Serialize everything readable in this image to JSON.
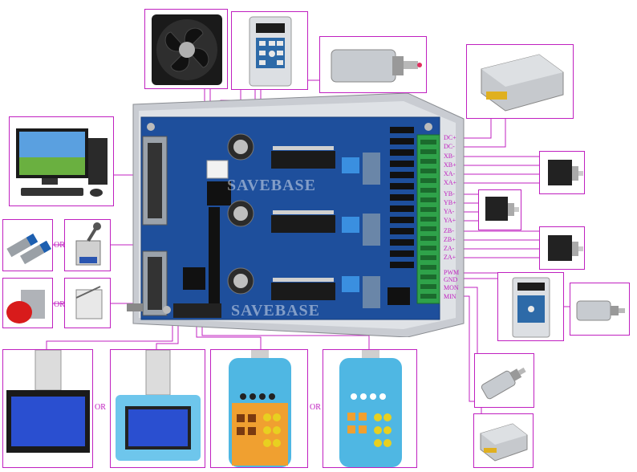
{
  "colors": {
    "accent": "#c020c0",
    "board_blue": "#1e4f9c",
    "terminal_green": "#2fa24a",
    "pendant_blue": "#4fb7e3",
    "lcd_blue": "#2a4fd0"
  },
  "watermark": [
    "SAVEBASE",
    "SAVEBASE"
  ],
  "or_label": "OR",
  "terminals": [
    "DC+",
    "DC-",
    "XB-",
    "XB+",
    "XA-",
    "XA+",
    "YB-",
    "YB+",
    "YA-",
    "YA+",
    "ZB-",
    "ZB+",
    "ZA-",
    "ZA+",
    "PWM",
    "GND",
    "MON",
    "MIN"
  ],
  "devices": {
    "fan": "cooling-fan",
    "vfd_top": "vfd-inverter",
    "spindle_top": "spindle-motor",
    "psu_top": "power-supply",
    "pc": "computer",
    "stepper_x": "stepper-motor-x",
    "stepper_y": "stepper-motor-y",
    "stepper_z": "stepper-motor-z",
    "vfd_right": "vfd-inverter",
    "spindle_right": "spindle-motor",
    "spindle_bottom": "dc-spindle",
    "psu_bottom": "power-supply",
    "prox_sensor": "proximity-sensor",
    "limit_switch": "limit-switch",
    "estop": "emergency-stop",
    "micro_switch": "micro-switch",
    "lcd1": "lcd-display",
    "lcd2": "lcd-display",
    "pendant1": "handheld-pendant",
    "pendant2": "handheld-pendant"
  }
}
